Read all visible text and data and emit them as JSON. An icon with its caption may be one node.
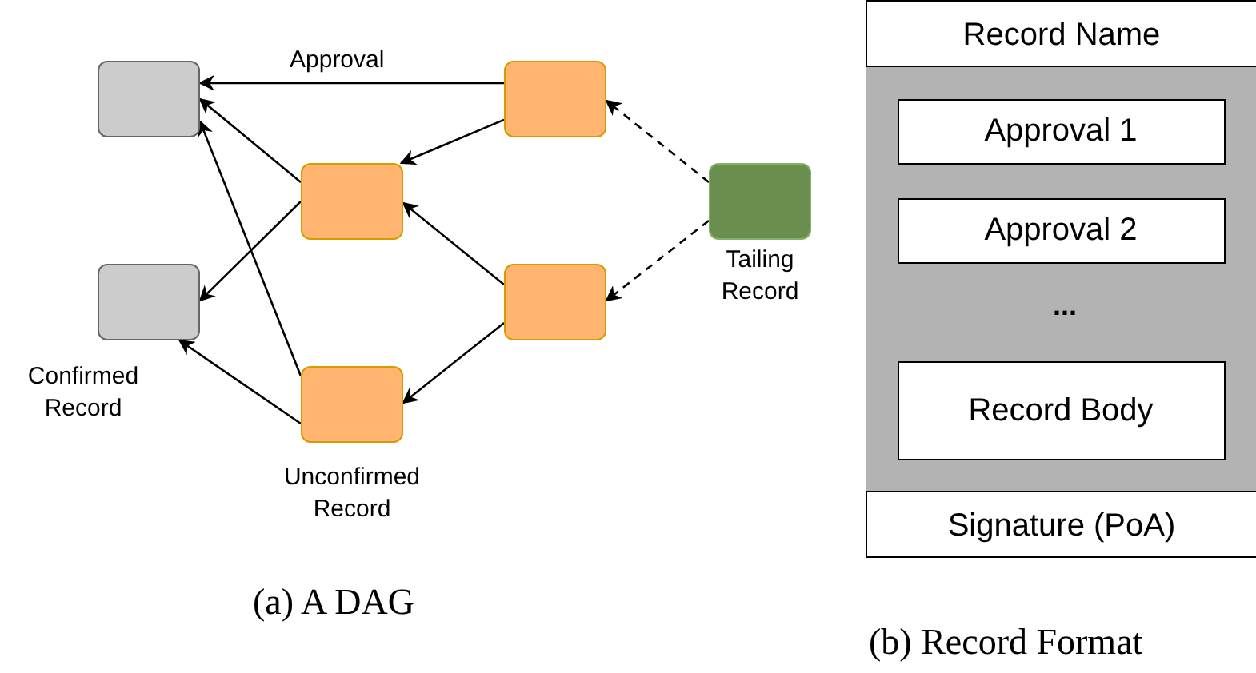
{
  "diagram": {
    "nodes": [
      {
        "text": [],
        "shape": "box"
      },
      {
        "text": [],
        "shape": "box",
        "beside": [
          "Confirmed Record"
        ]
      },
      {
        "text": [],
        "shape": "box"
      },
      {
        "text": [],
        "shape": "box"
      },
      {
        "text": [],
        "shape": "box"
      },
      {
        "text": [],
        "shape": "box",
        "beside": [
          "Unconfirmed Record"
        ]
      },
      {
        "text": [],
        "shape": "box",
        "beside": [
          "Tailing Record"
        ]
      },
      {
        "text": [
          "Record Name",
          "Signature (PoA)"
        ]
      },
      {
        "text": [],
        "shape": "box",
        "in": 7
      },
      {
        "text": [
          "Approval 1"
        ],
        "in": 8
      },
      {
        "text": [
          "Approval 2"
        ],
        "in": 8
      },
      {
        "text": [
          "Record Body"
        ],
        "in": 8
      }
    ],
    "edges": [
      {
        "from": 2,
        "to": 0,
        "arrow": "to",
        "label": "Approval"
      },
      {
        "from": 2,
        "to": 3,
        "arrow": "to"
      },
      {
        "from": 3,
        "to": 0,
        "arrow": "to"
      },
      {
        "from": 5,
        "to": 0,
        "arrow": "to"
      },
      {
        "from": 3,
        "to": 1,
        "arrow": "to"
      },
      {
        "from": 5,
        "to": 1,
        "arrow": "to"
      },
      {
        "from": 4,
        "to": 3,
        "arrow": "to"
      },
      {
        "from": 4,
        "to": 5,
        "arrow": "to"
      },
      {
        "from": 6,
        "to": 2,
        "arrow": "to",
        "style": "dashed"
      },
      {
        "from": 6,
        "to": 4,
        "arrow": "to",
        "style": "dashed"
      }
    ],
    "labels": [
      "...",
      "(a) A DAG",
      "(b) Record Format"
    ]
  }
}
